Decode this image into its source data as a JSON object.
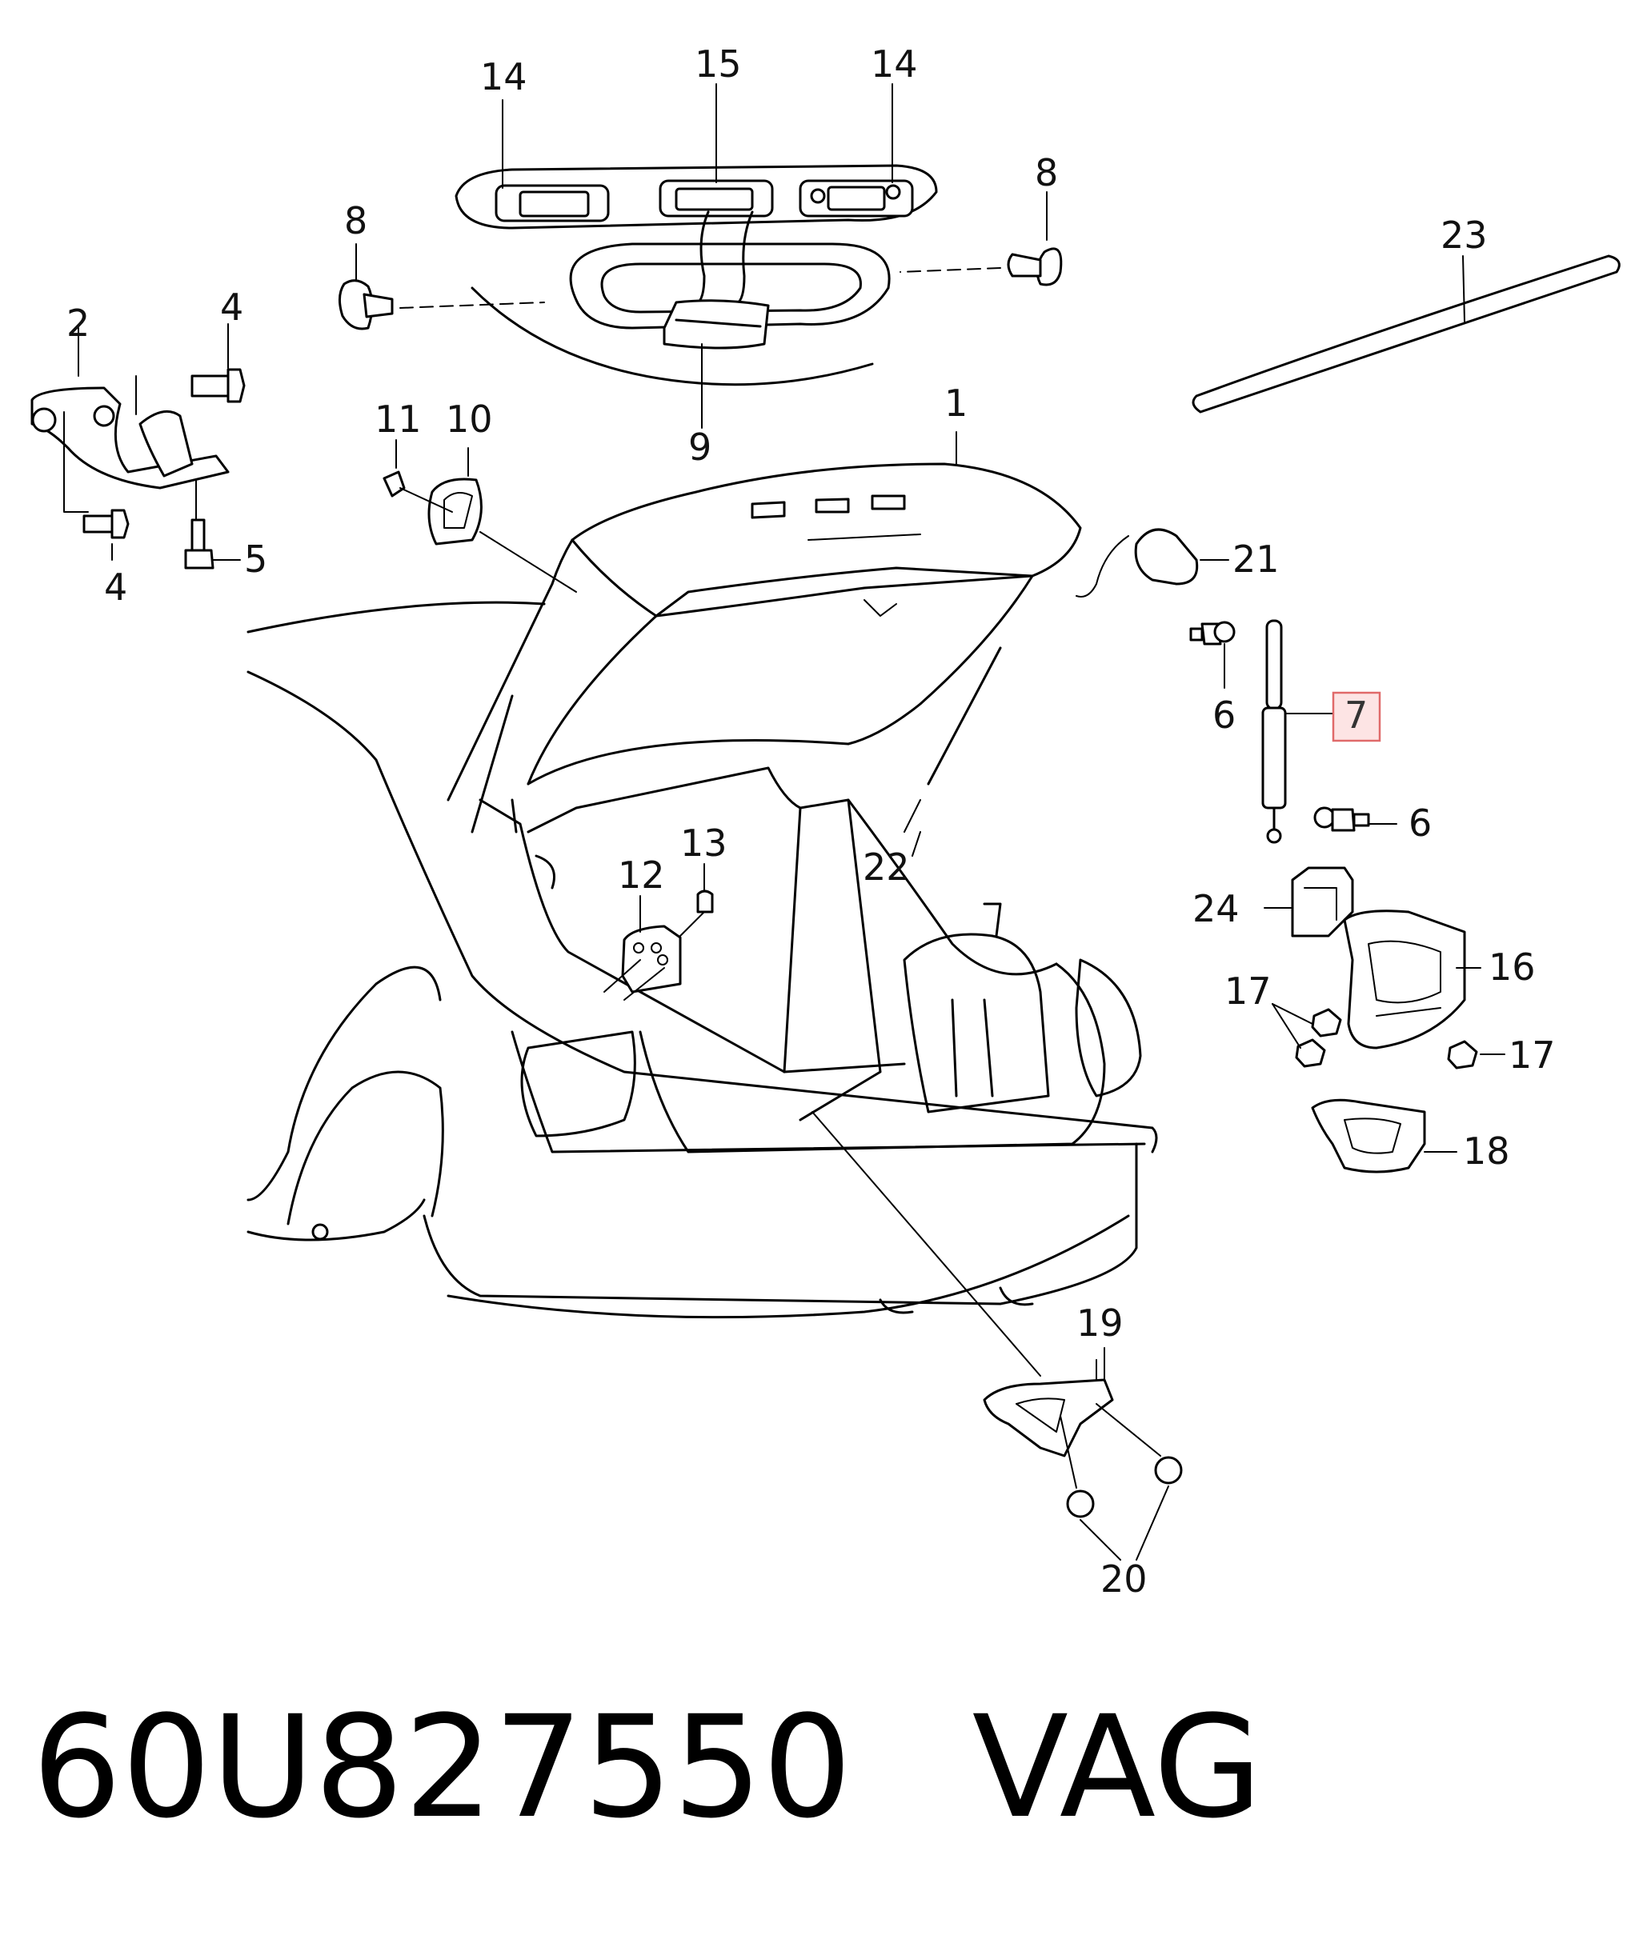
{
  "callouts": {
    "c1": "1",
    "c2": "2",
    "c4a": "4",
    "c4b": "4",
    "c5": "5",
    "c6a": "6",
    "c6b": "6",
    "c7": "7",
    "c8a": "8",
    "c8b": "8",
    "c9": "9",
    "c10": "10",
    "c11": "11",
    "c12": "12",
    "c13": "13",
    "c14a": "14",
    "c14b": "14",
    "c15": "15",
    "c16": "16",
    "c17a": "17",
    "c17b": "17",
    "c18": "18",
    "c19": "19",
    "c20": "20",
    "c21": "21",
    "c22": "22",
    "c23": "23",
    "c24": "24"
  },
  "highlighted_callout": "7",
  "highlight_color": "#e06a6a",
  "footer": {
    "part_number": "60U827550",
    "brand": "VAG"
  }
}
